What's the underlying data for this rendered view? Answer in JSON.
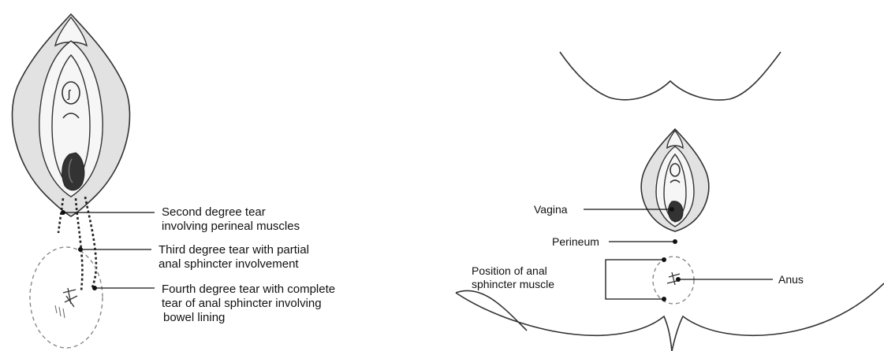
{
  "left_diagram": {
    "labels": {
      "second_degree": [
        "Second degree tear",
        "involving perineal muscles"
      ],
      "third_degree": [
        "Third degree tear with partial",
        "anal sphincter involvement"
      ],
      "fourth_degree": [
        "Fourth degree tear with complete",
        "tear of anal sphincter involving",
        "bowel lining"
      ]
    }
  },
  "right_diagram": {
    "labels": {
      "vagina": "Vagina",
      "perineum": "Perineum",
      "sphincter": [
        "Position of anal",
        "sphincter muscle"
      ],
      "anus": "Anus"
    }
  }
}
